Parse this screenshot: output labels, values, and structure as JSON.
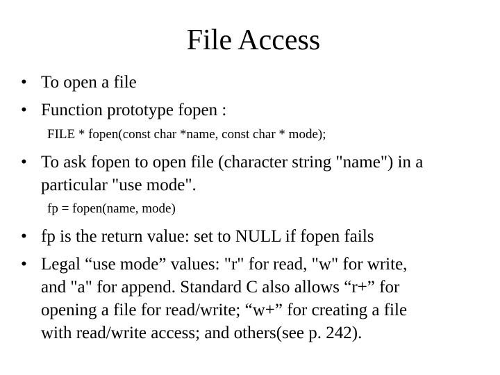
{
  "slide": {
    "title": "File Access",
    "bullet_glyph": "•",
    "bullets": [
      {
        "lines": [
          "To open a file"
        ]
      },
      {
        "lines": [
          "Function prototype fopen :"
        ]
      },
      {
        "lines": [
          "To ask fopen to open file (character string \"name\") in a",
          "particular \"use mode\"."
        ]
      },
      {
        "lines": [
          "fp is the return value: set to NULL if fopen fails"
        ]
      },
      {
        "lines": [
          "Legal “use mode” values: \"r\" for read, \"w\" for write,",
          "and \"a\" for append. Standard C also allows “r+” for",
          "opening a file for read/write; “w+” for creating a file",
          "with read/write access; and others(see p. 242)."
        ]
      }
    ],
    "code_lines": [
      "FILE * fopen(const char *name, const char * mode);",
      "fp = fopen(name, mode)"
    ]
  }
}
